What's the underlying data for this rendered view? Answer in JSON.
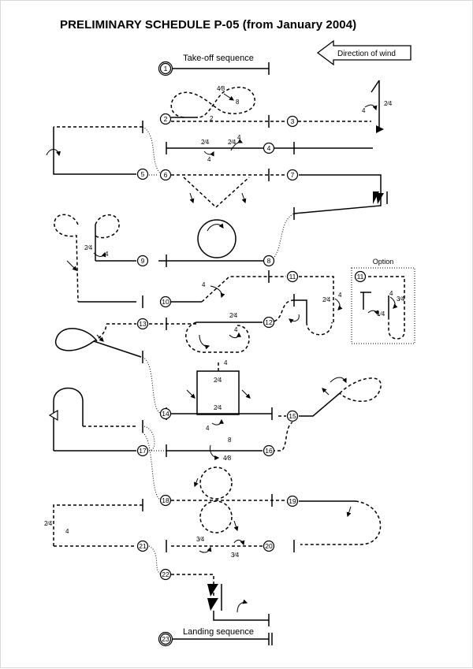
{
  "title": "PRELIMINARY SCHEDULE P-05 (from January 2004)",
  "takeoff_label": "Take-off sequence",
  "landing_label": "Landing sequence",
  "wind_label": "Direction of wind",
  "option_label": "Option",
  "fractions": {
    "half": "2⁄4",
    "quarter": "1⁄4",
    "three_quarter": "3⁄4",
    "four_eighths": "4⁄8",
    "four": "4",
    "eight": "8",
    "two": "2"
  },
  "nodes": [
    {
      "id": "1",
      "label": "1"
    },
    {
      "id": "2",
      "label": "2"
    },
    {
      "id": "3",
      "label": "3"
    },
    {
      "id": "4",
      "label": "4"
    },
    {
      "id": "5",
      "label": "5"
    },
    {
      "id": "6",
      "label": "6"
    },
    {
      "id": "7",
      "label": "7"
    },
    {
      "id": "8",
      "label": "8"
    },
    {
      "id": "9",
      "label": "9"
    },
    {
      "id": "10",
      "label": "10"
    },
    {
      "id": "11",
      "label": "11"
    },
    {
      "id": "12",
      "label": "12"
    },
    {
      "id": "13",
      "label": "13"
    },
    {
      "id": "14",
      "label": "14"
    },
    {
      "id": "15",
      "label": "15"
    },
    {
      "id": "16",
      "label": "16"
    },
    {
      "id": "17",
      "label": "17"
    },
    {
      "id": "18",
      "label": "18"
    },
    {
      "id": "19",
      "label": "19"
    },
    {
      "id": "20",
      "label": "20"
    },
    {
      "id": "21",
      "label": "21"
    },
    {
      "id": "22",
      "label": "22"
    },
    {
      "id": "23",
      "label": "23"
    },
    {
      "id": "11-option",
      "label": "11"
    }
  ]
}
